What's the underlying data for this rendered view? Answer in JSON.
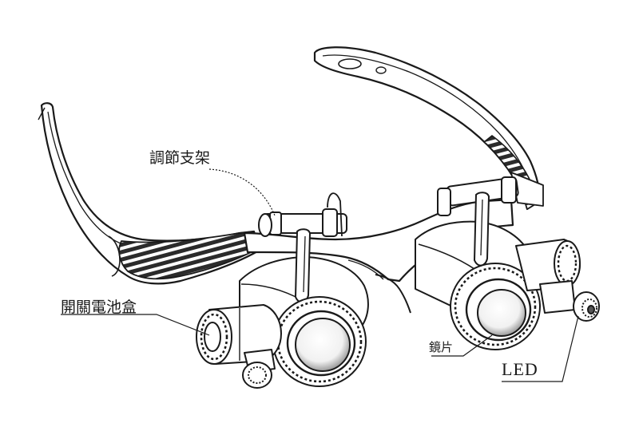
{
  "diagram": {
    "callouts": {
      "adjustable_bracket": "調節支架",
      "battery_box": "開關電池盒",
      "lens": "鏡片",
      "led": "LED"
    },
    "colors": {
      "ink": "#1a1a1a",
      "shade": "#555555",
      "hatch": "#2b2b2b",
      "paper": "#ffffff"
    }
  }
}
